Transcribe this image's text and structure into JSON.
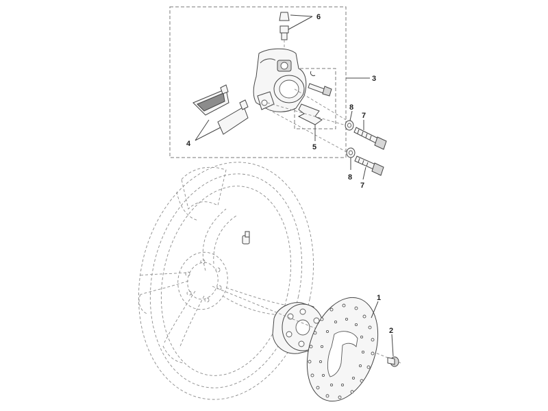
{
  "callouts": {
    "c1": "1",
    "c2": "2",
    "c3": "3",
    "c4": "4",
    "c5": "5",
    "c6": "6",
    "c7a": "7",
    "c7b": "7",
    "c8a": "8",
    "c8b": "8"
  },
  "colors": {
    "line": "#444444",
    "dashed": "#7a7a7a",
    "pad_friction": "#8c8c8c",
    "background": "#ffffff"
  }
}
